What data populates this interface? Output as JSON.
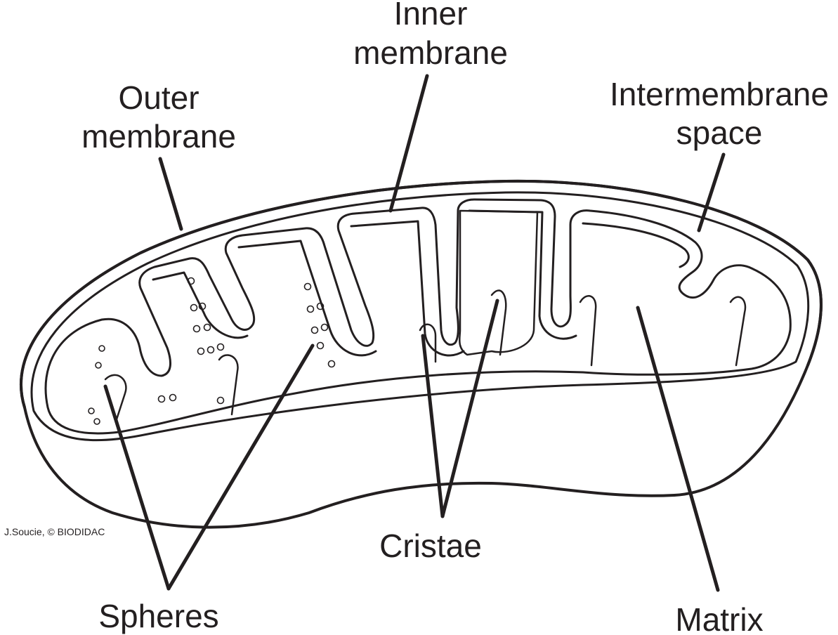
{
  "labels": {
    "inner_membrane": [
      "Inner",
      "membrane"
    ],
    "outer_membrane": [
      "Outer",
      "membrane"
    ],
    "intermembrane_space": [
      "Intermembrane",
      "space"
    ],
    "cristae": "Cristae",
    "spheres": "Spheres",
    "matrix": "Matrix"
  },
  "credit": "J.Soucie, © BIODIDAC",
  "colors": {
    "ink": "#231f20",
    "background": "#ffffff"
  }
}
